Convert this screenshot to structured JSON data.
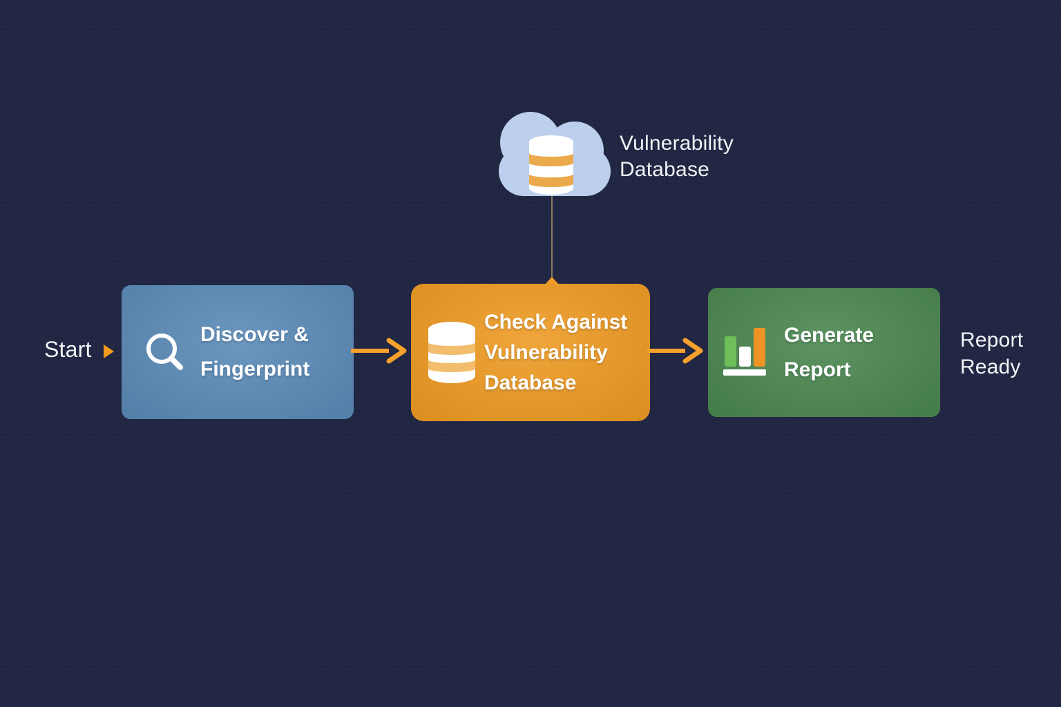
{
  "colors": {
    "background": "#212642",
    "step_discover_fill": "#5a8ab7",
    "step_check_fill": "#ee9b24",
    "step_generate_fill": "#4b8750",
    "cloud_fill": "#bccfec",
    "arrow_accent": "#f6a12d",
    "connector_line": "#8a7c60",
    "outside_label_text": "#f2f4f8",
    "box_label_text": "#ffffff",
    "db_band_orange": "#eaaa4c",
    "chart_bar_green": "#6fbe5c",
    "chart_bar_orange": "#f09327"
  },
  "flow": {
    "start_label": "Start",
    "end_label": [
      "Report",
      "Ready"
    ],
    "cloud": {
      "icon": "cloud-database-icon",
      "label": [
        "Vulnerability",
        "Database"
      ]
    },
    "steps": [
      {
        "id": "discover-fingerprint",
        "icon": "magnifier-icon",
        "lines": [
          "Discover &",
          "Fingerprint"
        ]
      },
      {
        "id": "check-against-vulnerability-database",
        "icon": "database-icon",
        "lines": [
          "Check Against",
          "Vulnerability",
          "Database"
        ]
      },
      {
        "id": "generate-report",
        "icon": "bar-chart-icon",
        "lines": [
          "Generate",
          "Report"
        ]
      }
    ]
  }
}
